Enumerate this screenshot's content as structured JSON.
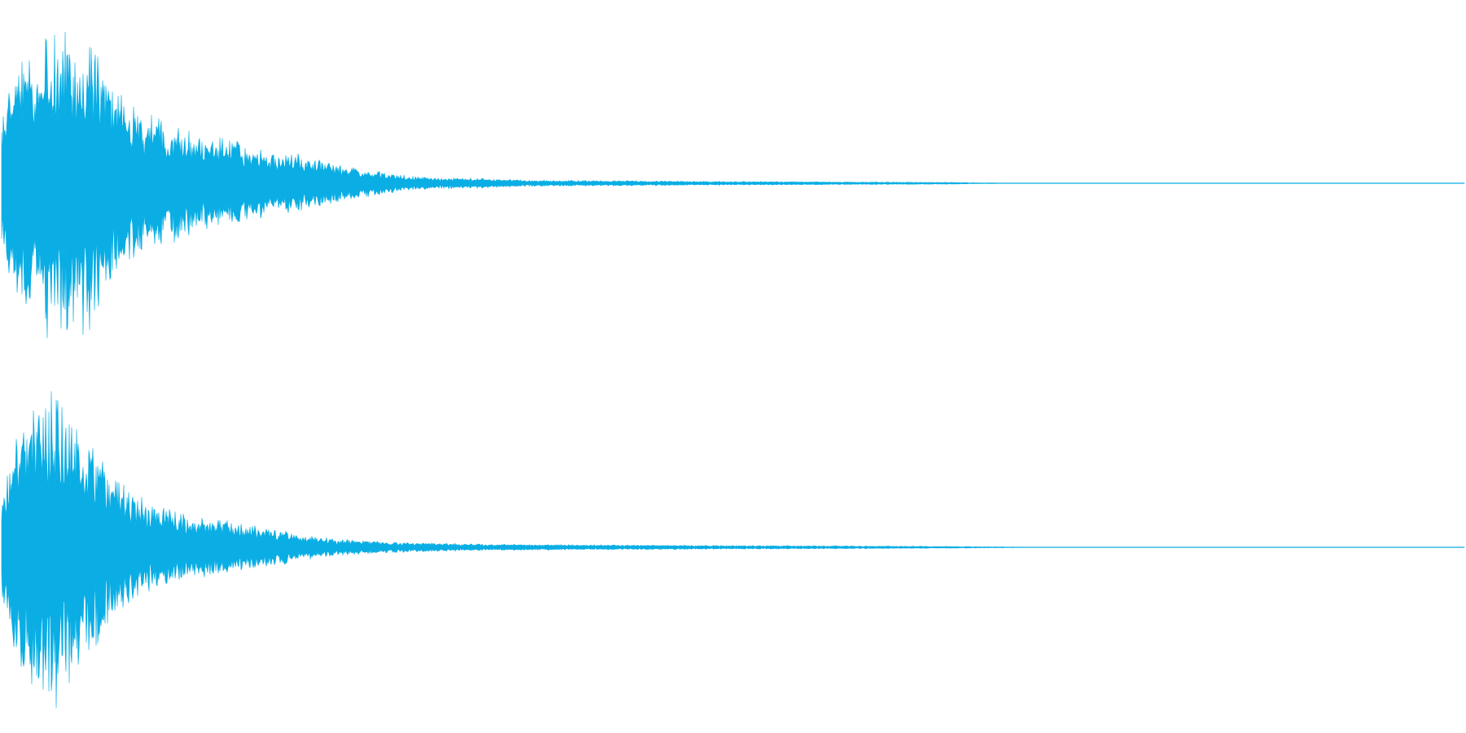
{
  "waveform": {
    "color": "#0aaee4",
    "background": "#ffffff"
  },
  "chart_data": {
    "type": "area",
    "title": "",
    "xlabel": "",
    "ylabel": "",
    "channels": 2,
    "ylim": [
      -1,
      1
    ],
    "xlim": [
      0,
      1
    ],
    "grid": false,
    "legend": "none",
    "series": [
      {
        "x": [
          0,
          0.005,
          0.01,
          0.02,
          0.03,
          0.04,
          0.05,
          0.06,
          0.07,
          0.08,
          0.09,
          0.1,
          0.12,
          0.14,
          0.16,
          0.18,
          0.2,
          0.22,
          0.24,
          0.26,
          0.28,
          0.3,
          0.33,
          0.36,
          0.4,
          0.45,
          0.5,
          0.55,
          0.6,
          0.65,
          0.66,
          0.7,
          1.0
        ],
        "values": [
          0.35,
          0.6,
          0.72,
          0.84,
          0.98,
          0.95,
          0.98,
          0.9,
          0.7,
          0.55,
          0.48,
          0.42,
          0.35,
          0.3,
          0.27,
          0.2,
          0.18,
          0.14,
          0.1,
          0.07,
          0.045,
          0.035,
          0.03,
          0.02,
          0.018,
          0.015,
          0.012,
          0.01,
          0.008,
          0.006,
          0.004,
          0.0,
          0.0
        ]
      },
      {
        "x": [
          0,
          0.005,
          0.01,
          0.02,
          0.03,
          0.04,
          0.05,
          0.06,
          0.07,
          0.08,
          0.09,
          0.1,
          0.12,
          0.14,
          0.16,
          0.18,
          0.2,
          0.22,
          0.24,
          0.26,
          0.28,
          0.3,
          0.33,
          0.36,
          0.4,
          0.45,
          0.5,
          0.55,
          0.6,
          0.65,
          0.67,
          0.72,
          1.0
        ],
        "values": [
          0.3,
          0.5,
          0.68,
          0.85,
          0.98,
          0.95,
          0.82,
          0.68,
          0.52,
          0.42,
          0.34,
          0.28,
          0.22,
          0.18,
          0.15,
          0.12,
          0.09,
          0.06,
          0.045,
          0.035,
          0.03,
          0.025,
          0.02,
          0.018,
          0.016,
          0.014,
          0.012,
          0.01,
          0.008,
          0.006,
          0.004,
          0.0,
          0.0
        ]
      }
    ]
  }
}
